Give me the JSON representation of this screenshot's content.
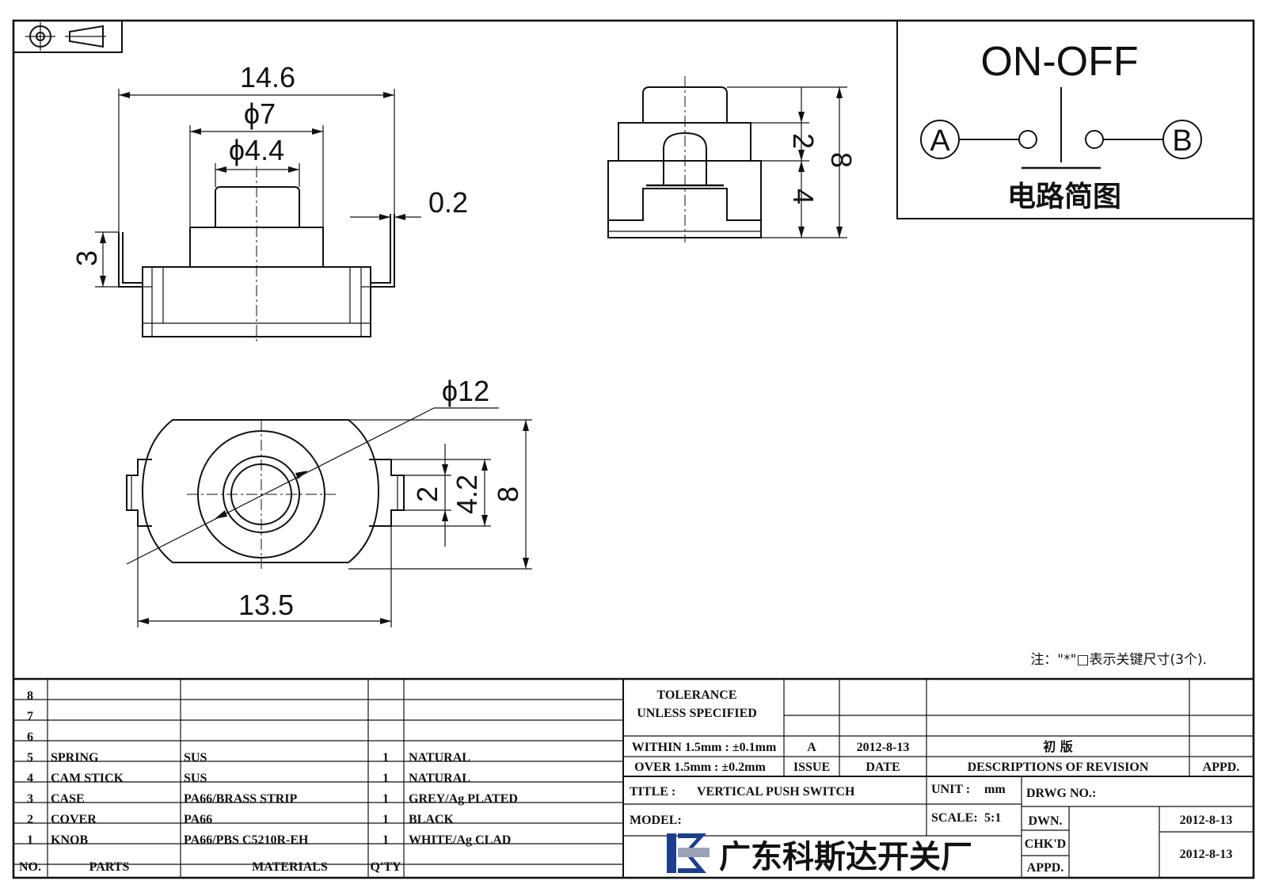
{
  "dimensions": {
    "width_overall": "14.6",
    "cap_dia": "ϕ7",
    "knob_dia": "ϕ4.4",
    "lead_thickness": "0.2",
    "lead_height": "3",
    "side_upper": "2",
    "side_lower": "4",
    "side_total": "8",
    "body_dia": "ϕ12",
    "tab_inner": "2",
    "tab_outer": "4.2",
    "bottom_height": "8",
    "bottom_width": "13.5"
  },
  "circuit": {
    "title": "ON-OFF",
    "terminal_a": "A",
    "terminal_b": "B",
    "caption": "电路简图"
  },
  "note": "注：\"*\"□表示关键尺寸(3个).",
  "bom": {
    "rows": [
      {
        "no": "8",
        "part": "",
        "material": "",
        "qty": "",
        "finish": ""
      },
      {
        "no": "7",
        "part": "",
        "material": "",
        "qty": "",
        "finish": ""
      },
      {
        "no": "6",
        "part": "",
        "material": "",
        "qty": "",
        "finish": ""
      },
      {
        "no": "5",
        "part": "SPRING",
        "material": "SUS",
        "qty": "1",
        "finish": "NATURAL"
      },
      {
        "no": "4",
        "part": "CAM STICK",
        "material": "SUS",
        "qty": "1",
        "finish": "NATURAL"
      },
      {
        "no": "3",
        "part": "CASE",
        "material": "PA66/BRASS STRIP",
        "qty": "1",
        "finish": "GREY/Ag PLATED"
      },
      {
        "no": "2",
        "part": "COVER",
        "material": "PA66",
        "qty": "1",
        "finish": "BLACK"
      },
      {
        "no": "1",
        "part": "KNOB",
        "material": "PA66/PBS C5210R-EH",
        "qty": "1",
        "finish": "WHITE/Ag CLAD"
      }
    ],
    "headers": {
      "no": "NO.",
      "parts": "PARTS",
      "materials": "MATERIALS",
      "qty": "Q'TY"
    }
  },
  "tolerance": {
    "line1": "TOLERANCE",
    "line2": "UNLESS  SPECIFIED",
    "line3": "WITHIN 1.5mm : ±0.1mm",
    "line4": "OVER 1.5mm : ±0.2mm"
  },
  "revision": {
    "issue": "A",
    "date": "2012-8-13",
    "description": "初  版",
    "issue_label": "ISSUE",
    "date_label": "DATE",
    "desc_label": "DESCRIPTIONS OF REVISION",
    "appd_label": "APPD."
  },
  "titleblock": {
    "title_label": "TITLE :",
    "title": "VERTICAL PUSH SWITCH",
    "unit_label": "UNIT :",
    "unit": "mm",
    "drwg_label": "DRWG NO.:",
    "model_label": "MODEL:",
    "scale_label": "SCALE:",
    "scale": "5:1",
    "dwn_label": "DWN.",
    "dwn_date": "2012-8-13",
    "chkd_label": "CHK'D",
    "chkd_date": "2012-8-13",
    "appd_label": "APPD.",
    "company": "广东科斯达开关厂"
  },
  "colors": {
    "line": "#111111",
    "logo_blue": "#1c3e8c",
    "logo_grey": "#9aa3b8"
  }
}
